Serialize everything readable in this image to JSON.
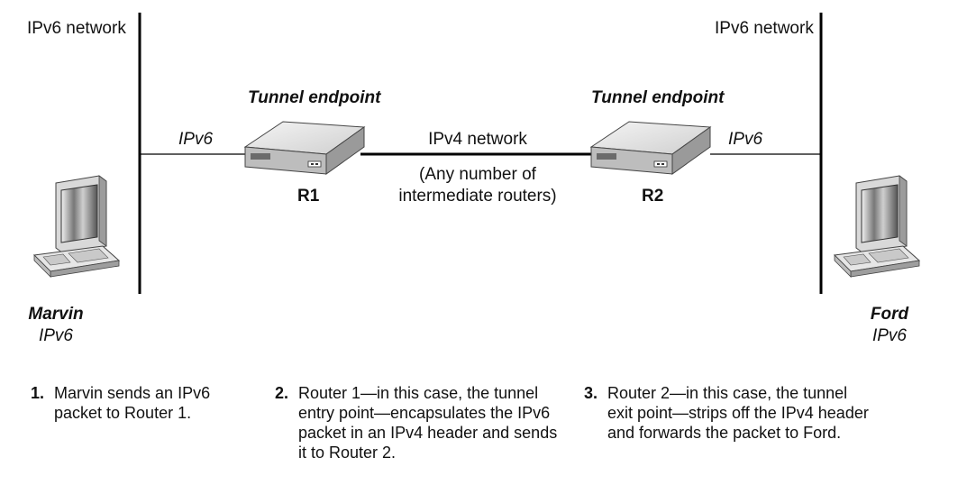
{
  "networks": {
    "left_label": "IPv6 network",
    "right_label": "IPv6 network",
    "middle_label": "IPv4 network",
    "middle_note": "(Any number of\nintermediate routers)"
  },
  "links": {
    "left_ipv6": "IPv6",
    "right_ipv6": "IPv6"
  },
  "routers": [
    {
      "id": "R1",
      "caption": "Tunnel endpoint"
    },
    {
      "id": "R2",
      "caption": "Tunnel endpoint"
    }
  ],
  "hosts": [
    {
      "name": "Marvin",
      "protocol": "IPv6"
    },
    {
      "name": "Ford",
      "protocol": "IPv6"
    }
  ],
  "steps": [
    {
      "number": "1.",
      "text": "Marvin sends an IPv6\npacket to Router 1."
    },
    {
      "number": "2.",
      "text": "Router 1—in this case, the tunnel\nentry point—encapsulates the IPv6\npacket in an IPv4 header and sends\nit to Router 2."
    },
    {
      "number": "3.",
      "text": "Router 2—in this case, the tunnel\nexit point—strips off the IPv4 header\nand forwards the packet to Ford."
    }
  ]
}
